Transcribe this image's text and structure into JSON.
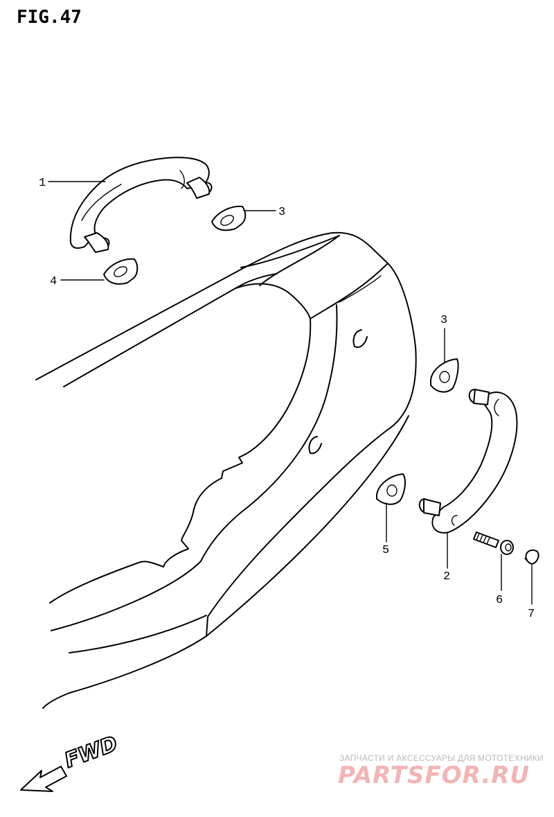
{
  "figure": {
    "title": "FIG.47"
  },
  "callouts": [
    {
      "id": "1",
      "label": "1"
    },
    {
      "id": "3a",
      "label": "3"
    },
    {
      "id": "4",
      "label": "4"
    },
    {
      "id": "3b",
      "label": "3"
    },
    {
      "id": "5",
      "label": "5"
    },
    {
      "id": "2",
      "label": "2"
    },
    {
      "id": "6",
      "label": "6"
    },
    {
      "id": "7",
      "label": "7"
    }
  ],
  "direction": {
    "label": "FWD"
  },
  "watermark": {
    "tagline": "ЗАПЧАСТИ И АКСЕССУАРЫ ДЛЯ МОТОТЕХНИКИ",
    "brand": "PARTSFOR.RU"
  },
  "colors": {
    "line": "#000000",
    "background": "#ffffff",
    "watermark_brand": "#f2b4b4",
    "watermark_tagline": "#b8b8b8"
  }
}
